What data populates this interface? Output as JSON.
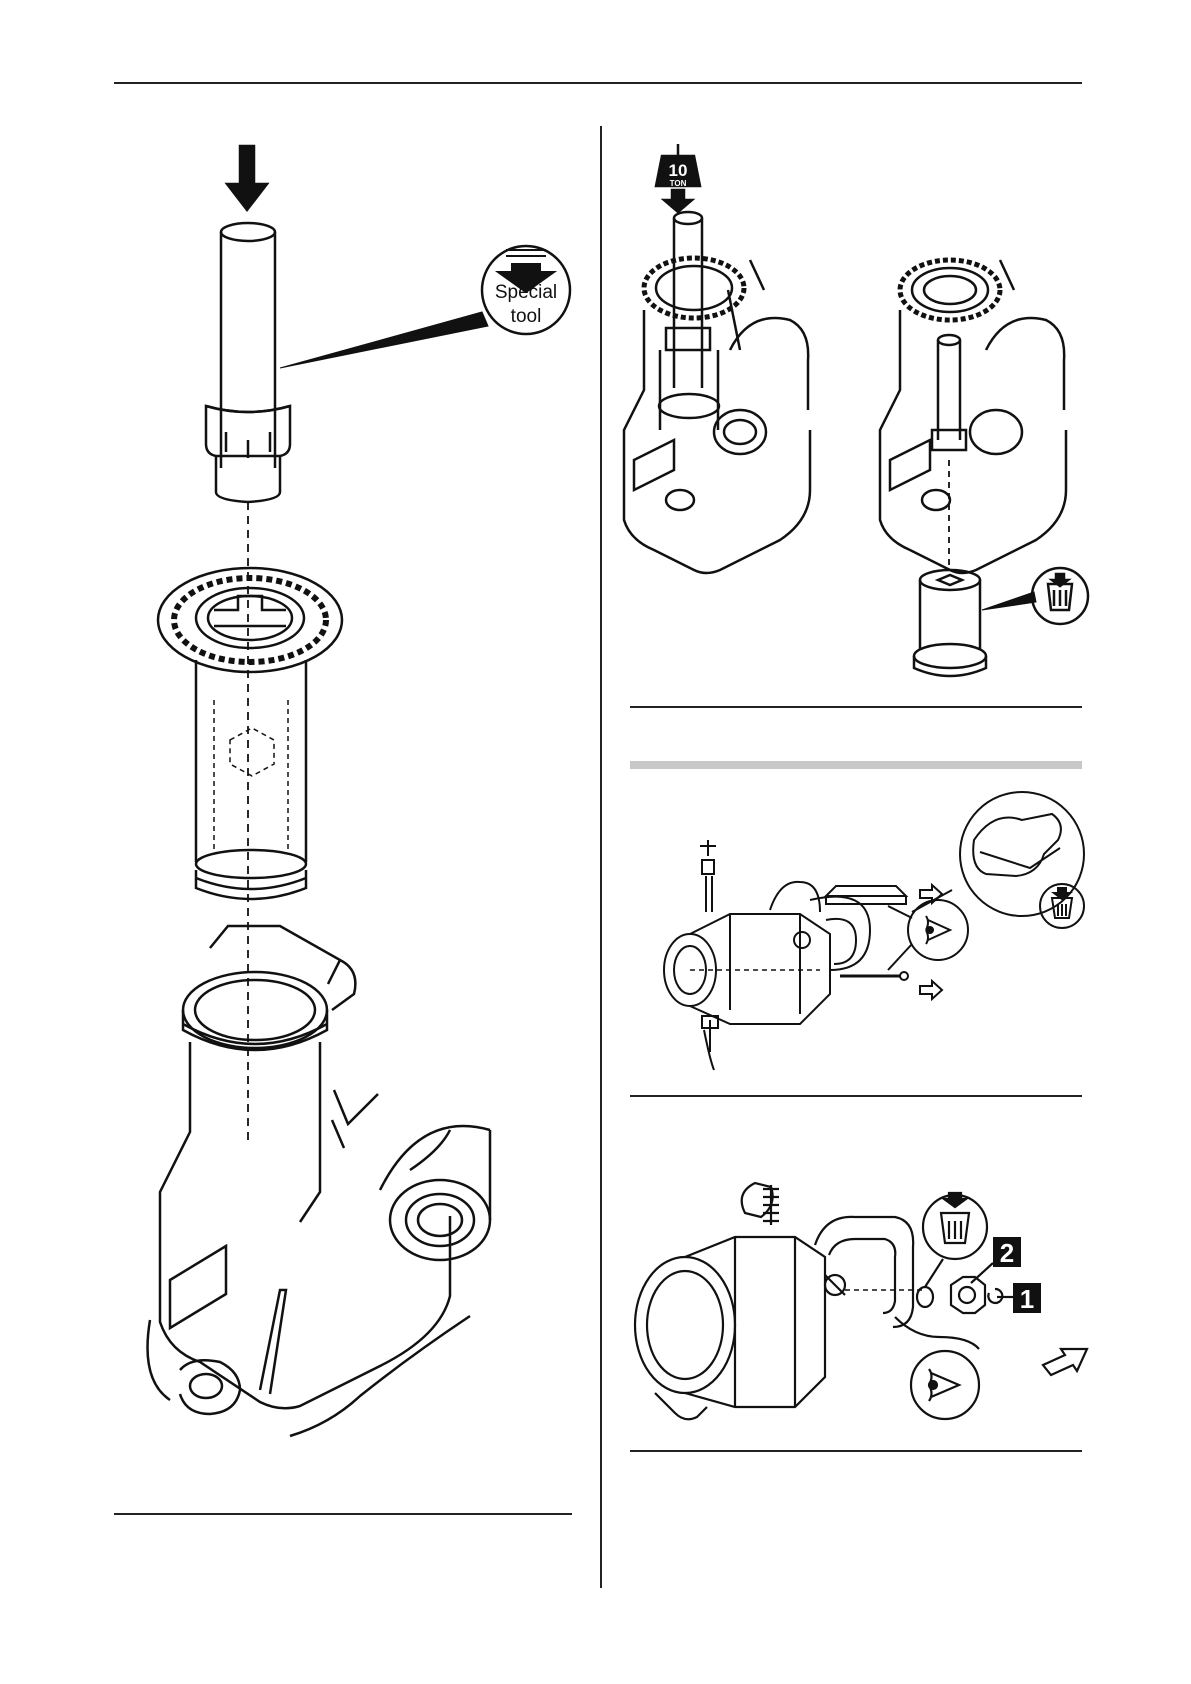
{
  "left_figure": {
    "callout_text_line1": "Special",
    "callout_text_line2": "tool"
  },
  "top_right_figure": {
    "weight_number": "10",
    "weight_unit": "TON"
  },
  "bottom_right_figure": {
    "label_1": "1",
    "label_2": "2"
  }
}
